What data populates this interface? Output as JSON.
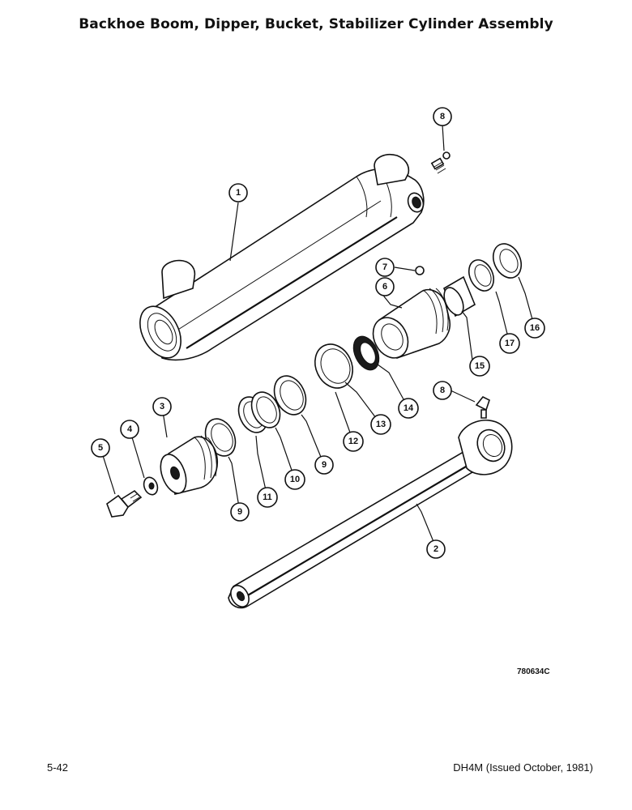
{
  "title": "Backhoe Boom, Dipper, Bucket, Stabilizer Cylinder Assembly",
  "figure_id": "780634C",
  "footer": {
    "page_number": "5-42",
    "document": "DH4M (Issued October, 1981)"
  },
  "callouts": {
    "c1": "1",
    "c2": "2",
    "c3": "3",
    "c4": "4",
    "c5": "5",
    "c6": "6",
    "c7": "7",
    "c8a": "8",
    "c8b": "8",
    "c9a": "9",
    "c9b": "9",
    "c10": "10",
    "c11": "11",
    "c12": "12",
    "c13": "13",
    "c14": "14",
    "c15": "15",
    "c16": "16",
    "c17": "17"
  }
}
